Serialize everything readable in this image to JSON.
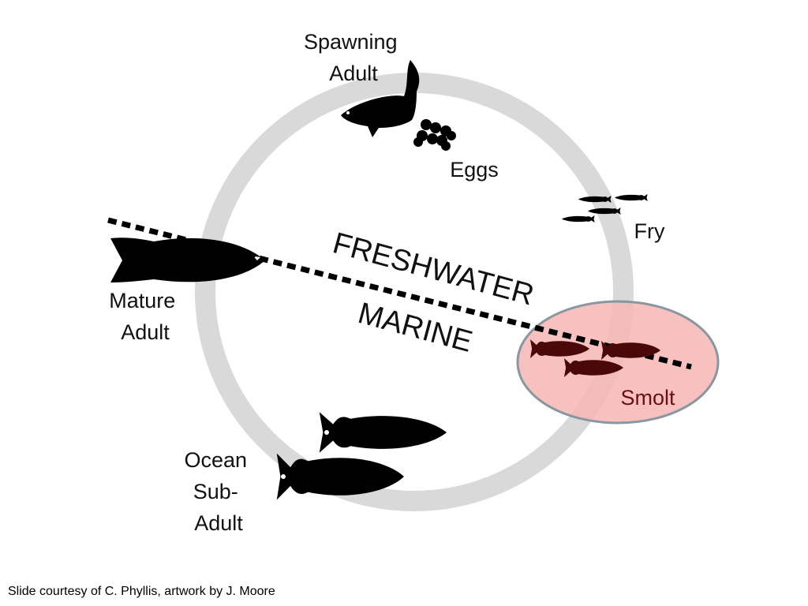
{
  "stages": {
    "spawning_adult": [
      "Spawning",
      "Adult"
    ],
    "eggs": "Eggs",
    "fry": "Fry",
    "smolt": "Smolt",
    "ocean_sub_adult": [
      "Ocean",
      "Sub-",
      "Adult"
    ],
    "mature_adult": [
      "Mature",
      "Adult"
    ]
  },
  "zones": {
    "freshwater": "FRESHWATER",
    "marine": "MARINE"
  },
  "credit": "Slide courtesy of C. Phyllis, artwork by J. Moore",
  "colors": {
    "cycle_ring": "#d9d9d9",
    "fish_silhouette": "#000000",
    "smolt_highlight_fill": "#f4b6b4",
    "smolt_highlight_stroke": "#8a96a0",
    "smolt_fish": "#4a0808",
    "smolt_label": "#6b1010"
  }
}
